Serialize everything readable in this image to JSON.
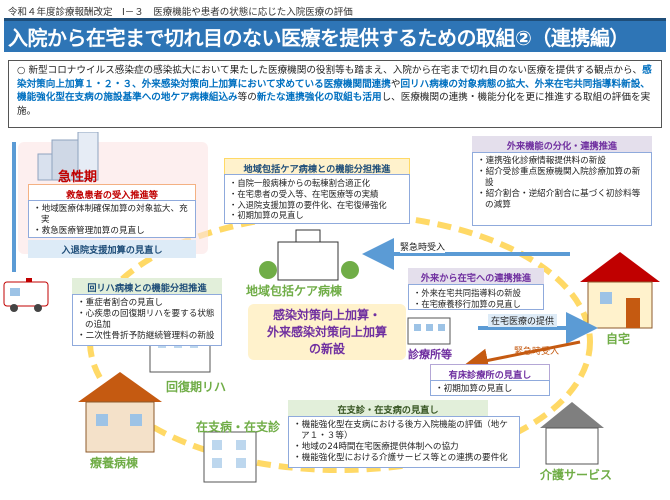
{
  "header": {
    "line": "令和４年度診療報酬改定　Ⅰ－３　医療機能や患者の状態に応じた入院医療の評価",
    "title": "入院から在宅まで切れ目のない医療を提供するための取組②（連携編）"
  },
  "summary": {
    "bullet": "○",
    "p1": "新型コロナウイルス感染症の感染拡大において果たした医療機関の役割等も踏まえ、入院から在宅まで切れ目のない医療を提供する観点から、",
    "h1": "感染対策向上加算１・２・３、外来感染対策向上加算において求めている医療機関間連携",
    "p2": "や",
    "h2": "回リハ病棟の対象病態の拡大、外来在宅共同指導料新設、機能強化型在支病の施設基準への地ケア病棟組込み",
    "p3": "等の",
    "h3": "新たな連携強化の取組も活用",
    "p4": "し、医療機関の連携・機能分化を更に推進する取組の評価を実施。"
  },
  "facilities": {
    "acute": "急性期",
    "community": "地域包括ケア病棟",
    "rehab": "回復期リハ",
    "recuperation": "療養病棟",
    "home_support": "在支病・在支診",
    "clinic": "診療所等",
    "home": "自宅",
    "care": "介護サービス"
  },
  "center": {
    "line1": "感染対策向上加算・",
    "line2": "外来感染対策向上加算",
    "line3": "の新設"
  },
  "arrows": {
    "emergency": "緊急時受入",
    "emergency2": "緊急時受入",
    "home_care": "在宅医療の提供"
  },
  "panels": {
    "emergency_accept": {
      "title": "救急患者の受入推進等",
      "items": [
        "地域医療体制確保加算の対象拡大、充実",
        "救急医療管理加算の見直し"
      ],
      "footer": "入退院支援加算の見直し"
    },
    "community_care": {
      "title": "地域包括ケア病棟との機能分担推進",
      "items": [
        "自院一般病棟からの転棟割合適正化",
        "在宅患者の受入等、在宅医療等の実績",
        "入退院支援加算の要件化、在宅復帰強化",
        "初期加算の見直し"
      ]
    },
    "outpatient_func": {
      "title": "外来機能の分化・連携推進",
      "items": [
        "連携強化診療情報提供料の新設",
        "紹介受診重点医療機関入院診療加算の新設",
        "紹介割合・逆紹介割合に基づく初診料等の減算"
      ]
    },
    "rehab_func": {
      "title": "回リハ病棟との機能分担推進",
      "items": [
        "重症者割合の見直し",
        "心疾患の回復期リハを要する状態の追加",
        "二次性骨折予防継続管理料の新設"
      ]
    },
    "outpatient_home": {
      "title": "外来から在宅への連携推進",
      "items": [
        "外来在宅共同指導料の新設",
        "在宅療養移行加算の見直し"
      ]
    },
    "bed_clinic": {
      "title": "有床診療所の見直し",
      "items": [
        "初期加算の見直し"
      ]
    },
    "home_support_review": {
      "title": "在支診・在支病の見直し",
      "items": [
        "機能強化型在支病における後方入院機能の評価（地ケア１・３等）",
        "地域の24時間在宅医療提供体制への協力",
        "機能強化型における介護サービス等との連携の要件化"
      ]
    }
  },
  "colors": {
    "title_bar": "#2e75b6",
    "highlight_text": "#0070c0",
    "acute_red": "#c00000",
    "green_label": "#70ad47",
    "purple_label": "#7030a0",
    "ring_yellow": "#ffe699"
  }
}
